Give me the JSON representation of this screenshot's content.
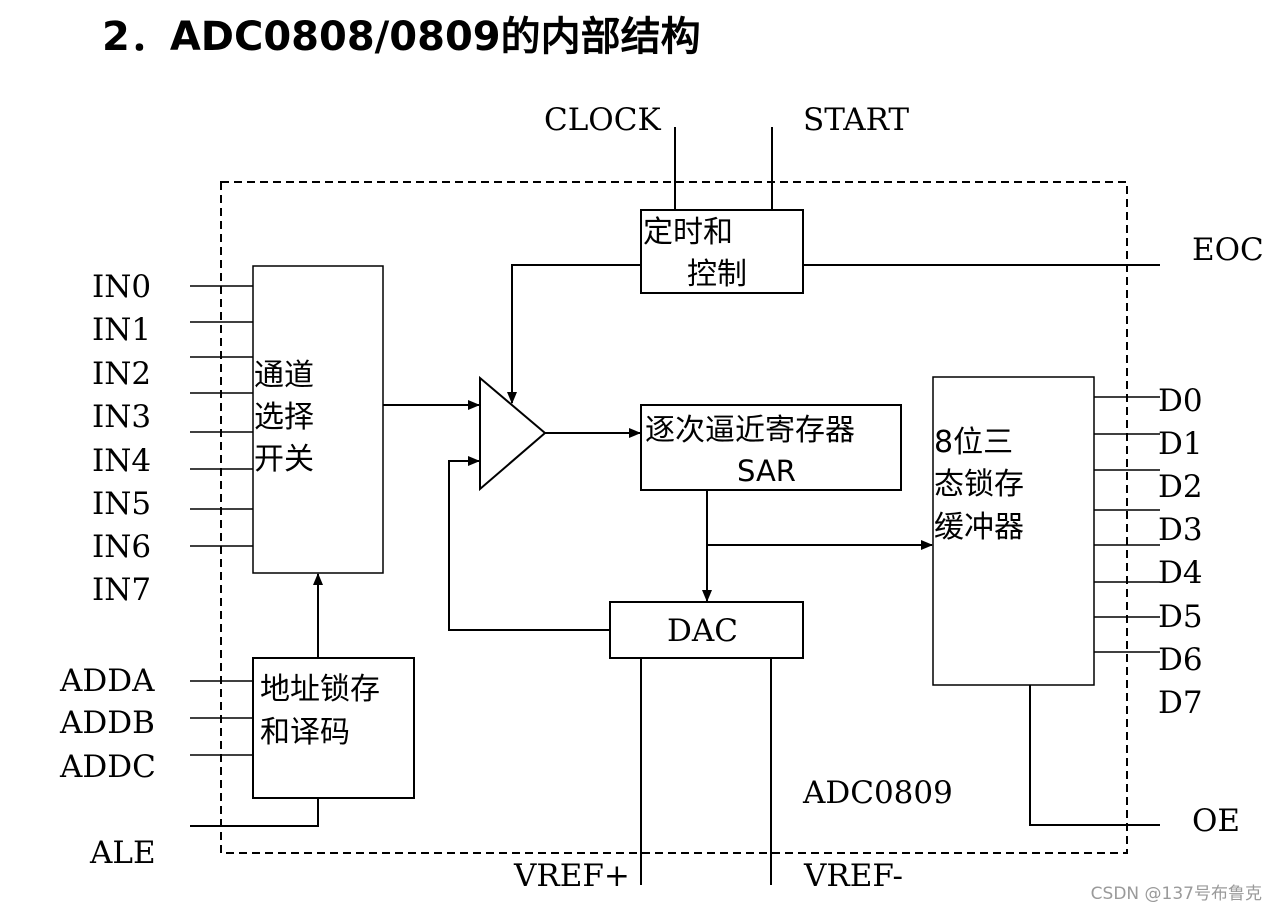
{
  "title": "2．ADC0808/0809的内部结构",
  "watermark": "CSDN @137号布鲁克",
  "diagram": {
    "top_inputs": [
      "CLOCK",
      "START"
    ],
    "timing_block": [
      "定时和",
      "控制"
    ],
    "mux_block": [
      "通道",
      "选择",
      "开关"
    ],
    "sar_block": [
      "逐次逼近寄存器",
      "SAR"
    ],
    "latch_block": [
      "8位三",
      "态锁存",
      "缓冲器"
    ],
    "dac_block": "DAC",
    "addr_block": [
      "地址锁存",
      "和译码"
    ],
    "analog_inputs": [
      "IN0",
      "IN1",
      "IN2",
      "IN3",
      "IN4",
      "IN5",
      "IN6",
      "IN7"
    ],
    "address_inputs": [
      "ADDA",
      "ADDB",
      "ADDC"
    ],
    "ale": "ALE",
    "data_outputs": [
      "D0",
      "D1",
      "D2",
      "D3",
      "D4",
      "D5",
      "D6",
      "D7"
    ],
    "eoc": "EOC",
    "oe": "OE",
    "vref_plus": "VREF+",
    "vref_minus": "VREF-",
    "chip_name": "ADC0809"
  }
}
